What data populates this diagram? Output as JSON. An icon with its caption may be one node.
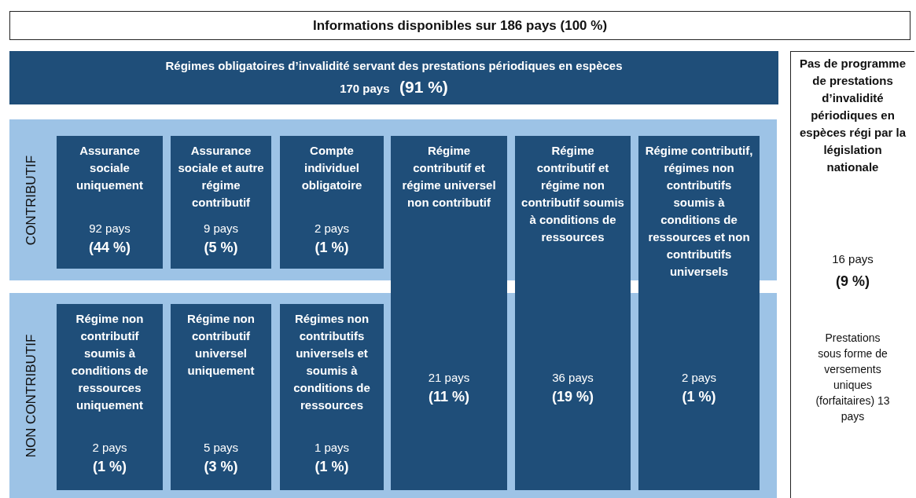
{
  "diagram": {
    "nodes": [
      {
        "text": [
          "Informations disponibles sur 186 pays (100 %)"
        ]
      },
      {
        "text": [
          "Régimes obligatoires d’invalidité servant des prestations périodiques en espèces",
          "170 pays",
          "(91 %)"
        ]
      },
      {
        "text": [
          "Pas de programme de prestations d’invalidité périodiques en espèces régi par la législation nationale",
          "16 pays",
          "(9 %)",
          "Prestations sous forme de versements uniques (forfaitaires) 13 pays"
        ]
      },
      {
        "text": [
          "CONTRIBUTIF"
        ]
      },
      {
        "text": [
          "NON CONTRIBUTIF"
        ]
      },
      {
        "text": [
          "Assurance sociale uniquement",
          "92 pays",
          "(44 %)"
        ],
        "in": 3
      },
      {
        "text": [
          "Assurance sociale et autre régime contributif",
          "9 pays",
          "(5 %)"
        ],
        "in": 3
      },
      {
        "text": [
          "Compte individuel obligatoire",
          "2 pays",
          "(1 %)"
        ],
        "in": 3
      },
      {
        "text": [
          "Régime contributif et régime universel non contributif",
          "21 pays",
          "(11 %)"
        ]
      },
      {
        "text": [
          "Régime contributif et régime non contributif soumis à conditions de ressources",
          "36 pays",
          "(19 %)"
        ]
      },
      {
        "text": [
          "Régime contributif, régimes non contributifs soumis à conditions de ressources et non contributifs universels",
          "2 pays",
          "(1 %)"
        ]
      },
      {
        "text": [
          "Régime non contributif soumis à conditions de ressources uniquement",
          "2 pays",
          "(1 %)"
        ],
        "in": 4
      },
      {
        "text": [
          "Régime non contributif universel uniquement",
          "5 pays",
          "(3 %)"
        ],
        "in": 4
      },
      {
        "text": [
          "Régimes non contributifs universels et soumis à conditions de ressources",
          "1 pays",
          "(1 %)"
        ],
        "in": 4
      }
    ],
    "edges": []
  }
}
